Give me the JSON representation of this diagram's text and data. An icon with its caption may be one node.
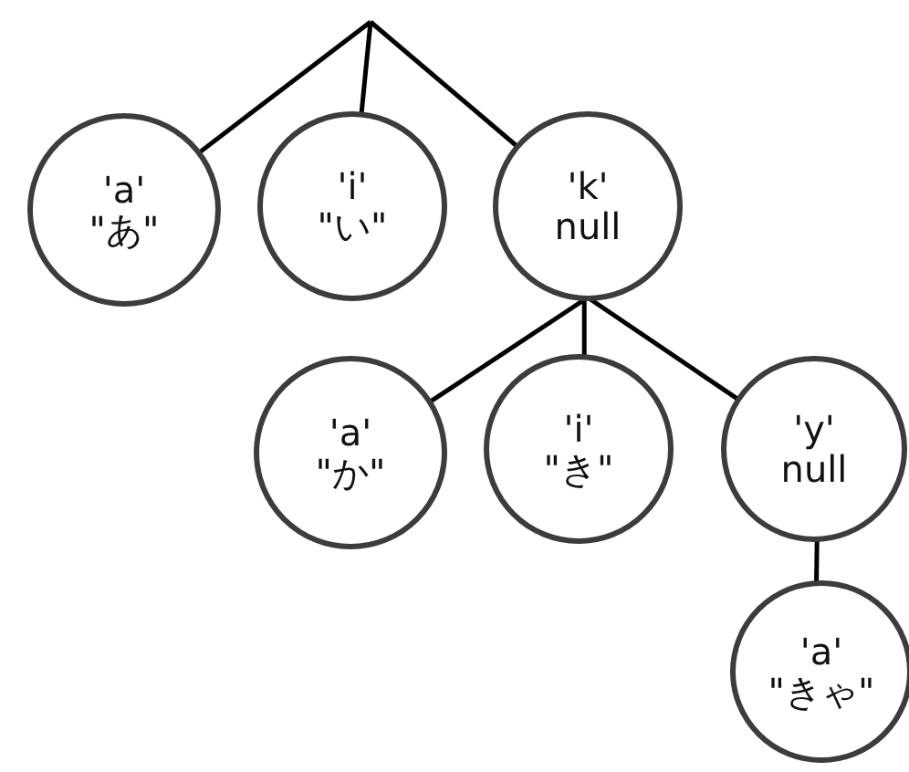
{
  "diagram": {
    "nodes": [
      {
        "text": [
          "'a'",
          "\"あ\""
        ]
      },
      {
        "text": [
          "'i'",
          "\"い\""
        ]
      },
      {
        "text": [
          "'k'",
          "null"
        ]
      },
      {
        "text": [
          "'a'",
          "\"か\""
        ]
      },
      {
        "text": [
          "'i'",
          "\"き\""
        ]
      },
      {
        "text": [
          "'y'",
          "null"
        ]
      },
      {
        "text": [
          "'a'",
          "\"きゃ\""
        ]
      }
    ],
    "edges": [
      {
        "from": null,
        "to": 0,
        "arrow": "none"
      },
      {
        "from": null,
        "to": 1,
        "arrow": "none"
      },
      {
        "from": null,
        "to": 2,
        "arrow": "none"
      },
      {
        "from": 2,
        "to": 3,
        "arrow": "none"
      },
      {
        "from": 2,
        "to": 4,
        "arrow": "none"
      },
      {
        "from": 2,
        "to": 5,
        "arrow": "none"
      },
      {
        "from": 5,
        "to": 6,
        "arrow": "none"
      }
    ]
  }
}
